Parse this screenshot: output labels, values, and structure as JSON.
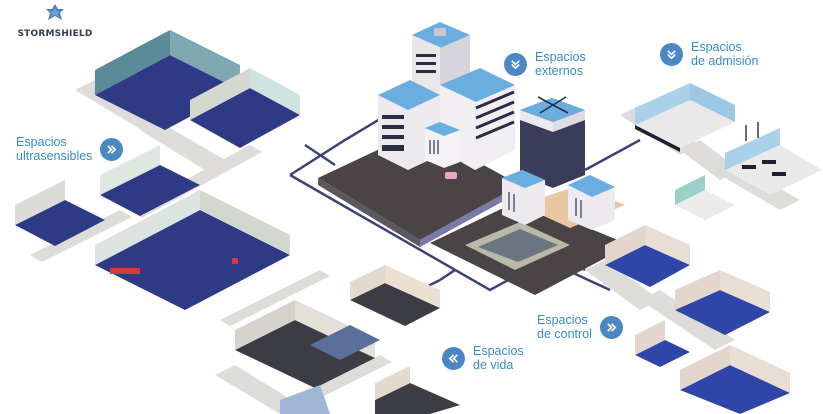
{
  "brand": {
    "name": "STORMSHIELD",
    "logo_icon": "star-shield-icon",
    "color": "#4a7fc0"
  },
  "colors": {
    "accent_blue": "#4a87c4",
    "label_text": "#3a8cc8",
    "floor_navy": "#2e3a86",
    "road_line": "#3d4275",
    "asphalt": "#4a4447",
    "walkway": "#dedcd8",
    "roof_blue": "#6aaee0"
  },
  "callouts": [
    {
      "id": "ultrasensibles",
      "line1": "Espacios",
      "line2": "ultrasensibles",
      "icon": "chevrons-right-icon"
    },
    {
      "id": "externos",
      "line1": "Espacios",
      "line2": "externos",
      "icon": "chevrons-down-icon"
    },
    {
      "id": "admision",
      "line1": "Espacios",
      "line2": "de admisión",
      "icon": "chevrons-down-icon"
    },
    {
      "id": "control",
      "line1": "Espacios",
      "line2": "de control",
      "icon": "chevrons-right-icon"
    },
    {
      "id": "vida",
      "line1": "Espacios",
      "line2": "de vida",
      "icon": "chevrons-left-icon"
    }
  ]
}
